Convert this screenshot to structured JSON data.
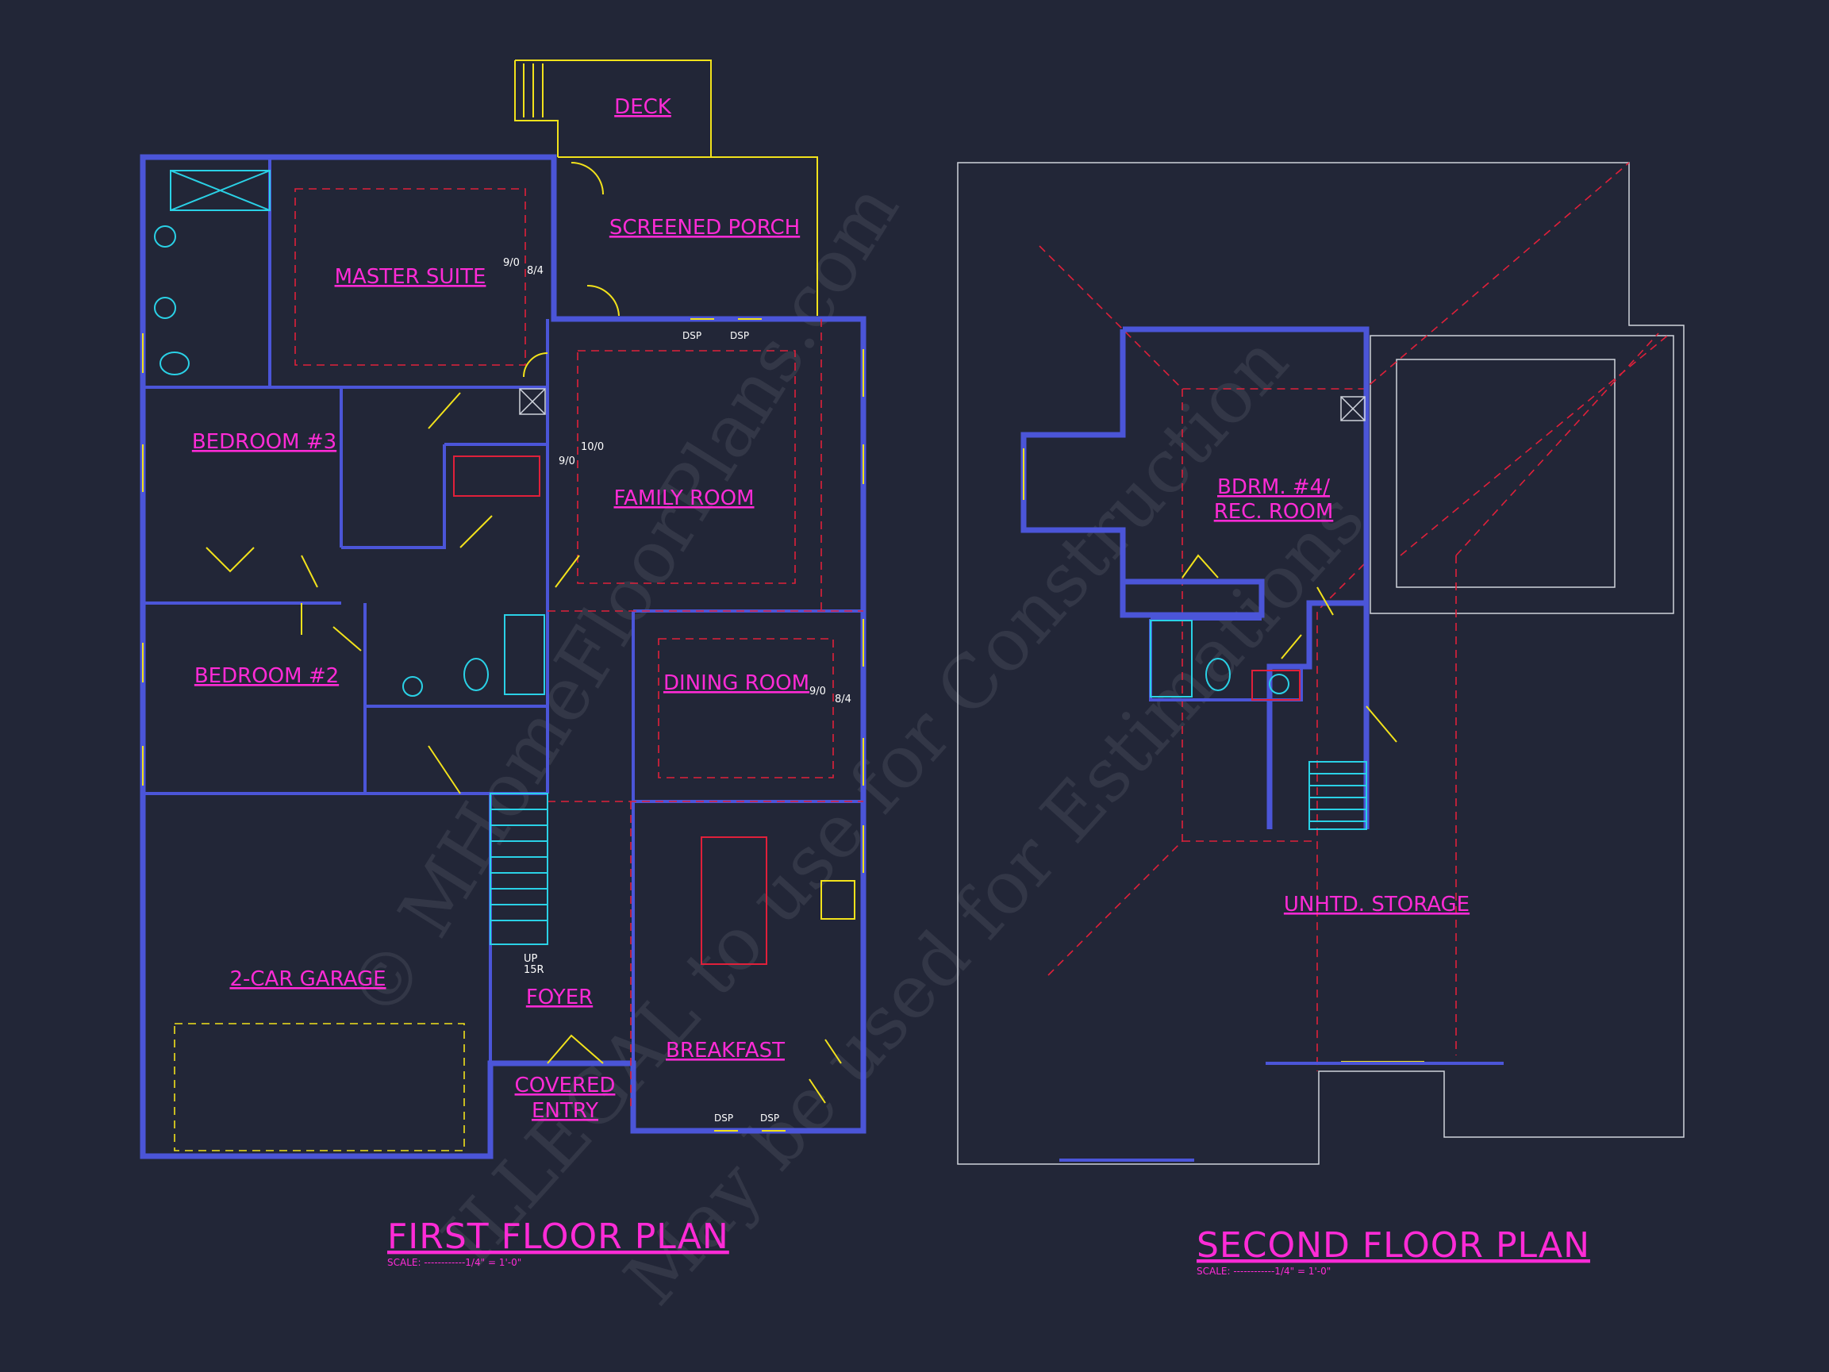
{
  "first_floor": {
    "title": "FIRST FLOOR PLAN",
    "scale": "SCALE: ------------1/4\" = 1'-0\"",
    "rooms": {
      "deck": "DECK",
      "screened_porch": "SCREENED PORCH",
      "master_suite": "MASTER SUITE",
      "bedroom3": "BEDROOM #3",
      "family_room": "FAMILY ROOM",
      "bedroom2": "BEDROOM #2",
      "dining_room": "DINING ROOM",
      "garage": "2-CAR GARAGE",
      "foyer": "FOYER",
      "breakfast": "BREAKFAST",
      "covered_entry_line1": "COVERED",
      "covered_entry_line2": "ENTRY"
    },
    "notes": {
      "ceiling_master_a": "9/0",
      "ceiling_master_b": "8/4",
      "ceiling_family_a": "10/0",
      "ceiling_family_b": "9/0",
      "ceiling_dining_a": "9/0",
      "ceiling_dining_b": "8/4",
      "dsp_porch_1": "DSP",
      "dsp_porch_2": "DSP",
      "dsp_breakfast_1": "DSP",
      "dsp_breakfast_2": "DSP",
      "stair_up": "UP",
      "stair_count": "15R"
    }
  },
  "second_floor": {
    "title": "SECOND FLOOR PLAN",
    "scale": "SCALE: ------------1/4\" = 1'-0\"",
    "rooms": {
      "bdrm4_line1": "BDRM. #4/",
      "bdrm4_line2": "REC. ROOM",
      "storage": "UNHTD. STORAGE"
    }
  },
  "watermark": {
    "line1": "© MHomeFloorPlans.com",
    "line2": "ILLEGAL to use for Construction",
    "line3": "May be used for Estimations"
  },
  "colors": {
    "background": "#222637",
    "walls": "#4b55d8",
    "labels": "#ff2bd6",
    "doors_windows": "#f2e21b",
    "fixtures": "#2ad1e6",
    "hidden_lines": "#e0203a"
  }
}
